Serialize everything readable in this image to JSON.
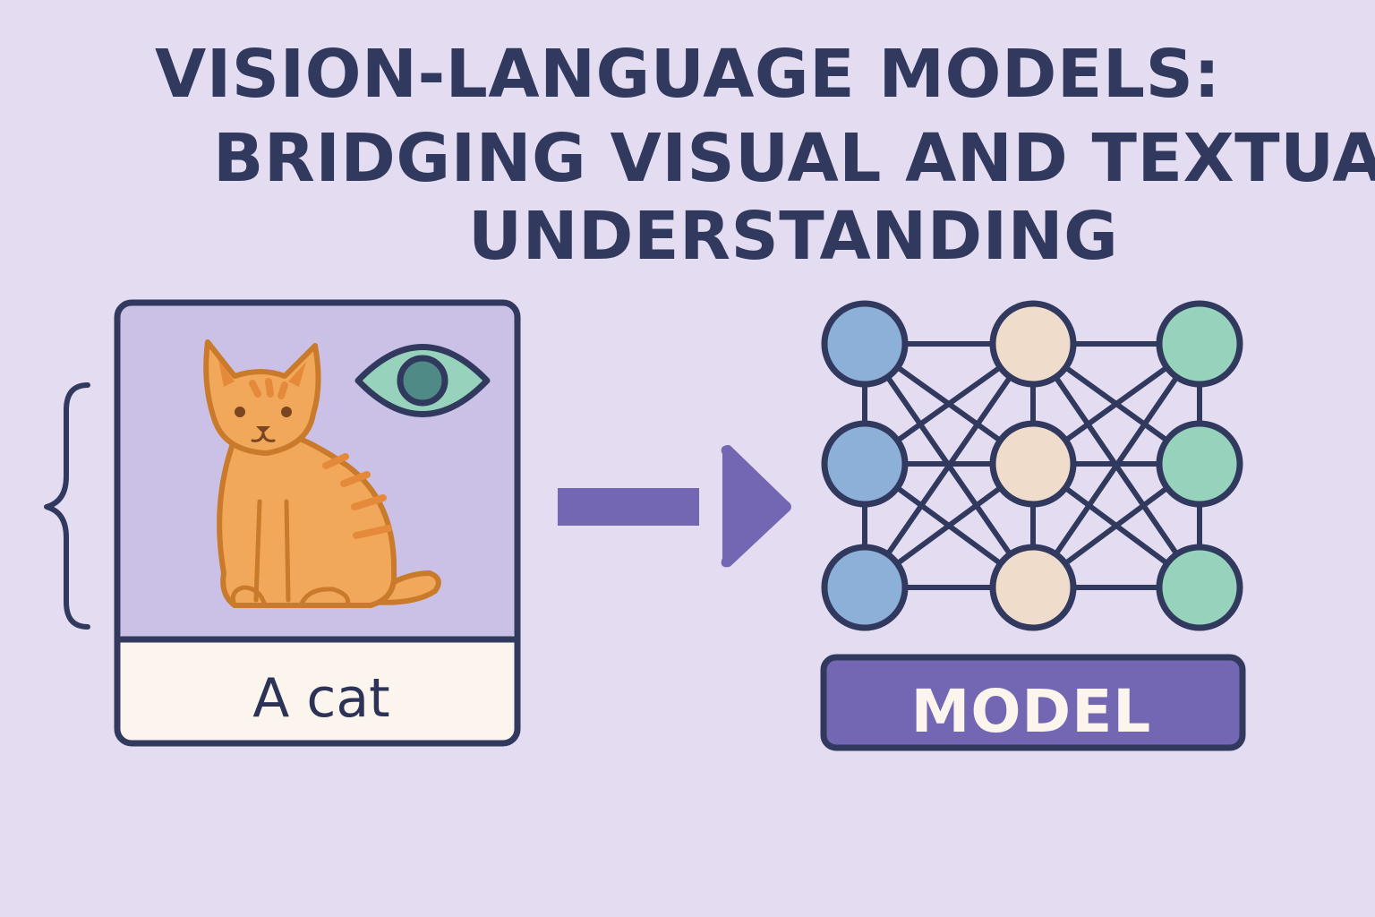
{
  "title": {
    "line1": "VISION-LANGUAGE MODELS:",
    "line2": "BRIDGING VISUAL AND TEXTUAL",
    "line3": "UNDERSTANDING"
  },
  "image_card": {
    "caption": "A cat",
    "subject_icon": "cat-icon",
    "vision_icon": "eye-icon"
  },
  "model": {
    "label": "MODEL",
    "layers": [
      {
        "name": "input",
        "color": "#8db0d9"
      },
      {
        "name": "hidden",
        "color": "#efdccb"
      },
      {
        "name": "output",
        "color": "#96d2bc"
      }
    ]
  },
  "colors": {
    "background": "#e4dcf1",
    "ink": "#313a5e",
    "card_image_bg": "#cbc0e6",
    "caption_bg": "#fbf5ee",
    "arrow": "#7366b3",
    "model_label_bg": "#7366b3",
    "cat_body": "#f1a85a",
    "cat_stroke": "#c97a2b"
  }
}
